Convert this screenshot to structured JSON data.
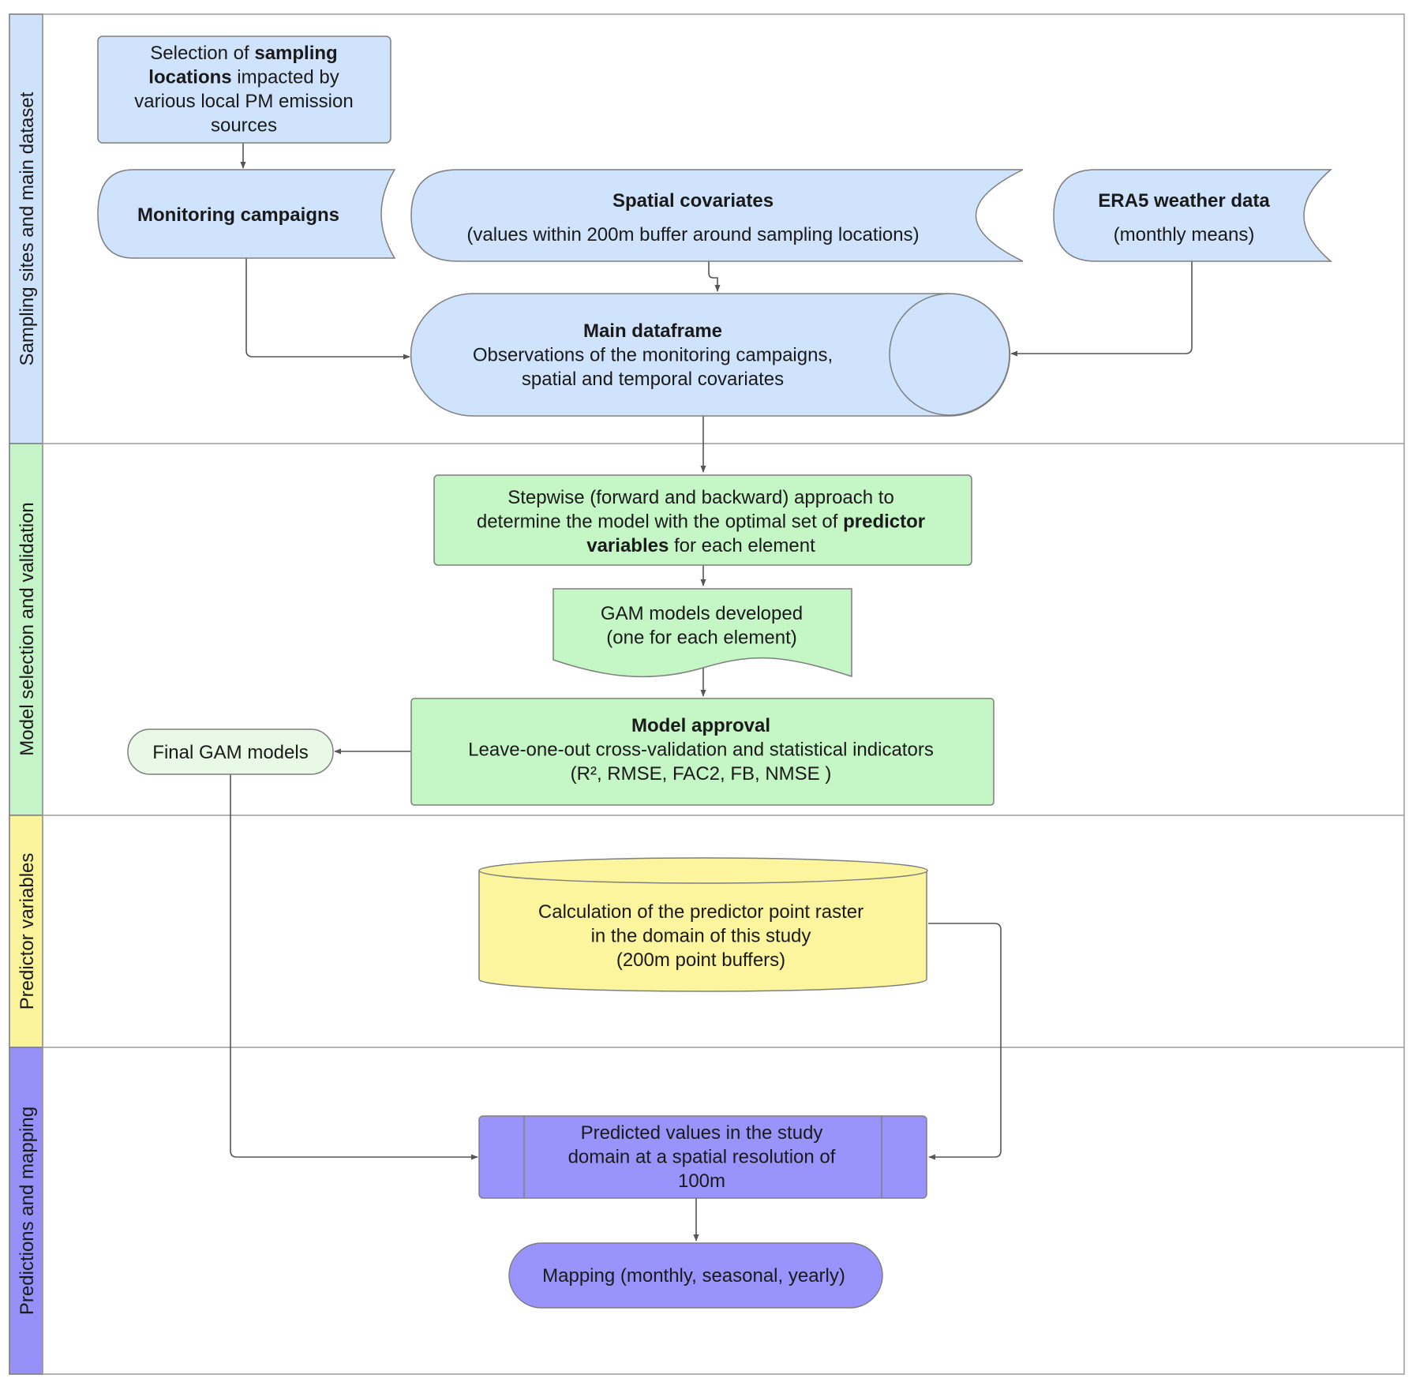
{
  "colors": {
    "lane_blue": "#cfe2fb",
    "lane_green": "#c4f4c8",
    "lane_yellow": "#fbf49c",
    "lane_purple": "#9690f9",
    "node_blue": "#cfe3fd",
    "node_green": "#c4f6c6",
    "node_light_green": "#e8f9e6",
    "node_yellow": "#fcf59d",
    "node_purple": "#9894fb",
    "edge": "#555555"
  },
  "lanes": [
    {
      "label": "Sampling sites and main dataset"
    },
    {
      "label": "Model selection and validation"
    },
    {
      "label": "Predictor variables"
    },
    {
      "label": "Predictions and mapping"
    }
  ],
  "nodes": {
    "selection": {
      "lines": [
        [
          {
            "t": "Selection of "
          },
          {
            "t": "sampling",
            "bold": true
          }
        ],
        [
          {
            "t": "locations",
            "bold": true
          },
          {
            "t": " impacted by"
          }
        ],
        [
          {
            "t": "various local PM emission"
          }
        ],
        [
          {
            "t": "sources"
          }
        ]
      ]
    },
    "monitoring": {
      "lines": [
        [
          {
            "t": "Monitoring campaigns",
            "bold": true
          }
        ]
      ]
    },
    "spatial": {
      "lines": [
        [
          {
            "t": "Spatial covariates",
            "bold": true
          }
        ],
        [
          {
            "t": "(values within 200m buffer around sampling locations)"
          }
        ]
      ]
    },
    "era5": {
      "lines": [
        [
          {
            "t": "ERA5 weather data",
            "bold": true
          }
        ],
        [
          {
            "t": "(monthly means)"
          }
        ]
      ]
    },
    "main_df": {
      "lines": [
        [
          {
            "t": "Main dataframe",
            "bold": true
          }
        ],
        [
          {
            "t": "Observations of the monitoring campaigns,"
          }
        ],
        [
          {
            "t": "spatial and temporal covariates"
          }
        ]
      ]
    },
    "stepwise": {
      "lines": [
        [
          {
            "t": "Stepwise (forward and backward) approach to"
          }
        ],
        [
          {
            "t": "determine the model with the optimal set of "
          },
          {
            "t": "predictor",
            "bold": true
          }
        ],
        [
          {
            "t": "variables",
            "bold": true
          },
          {
            "t": " for each element"
          }
        ]
      ]
    },
    "gam_dev": {
      "lines": [
        [
          {
            "t": "GAM models developed"
          }
        ],
        [
          {
            "t": "(one for each element)"
          }
        ]
      ]
    },
    "approval": {
      "lines": [
        [
          {
            "t": "Model approval",
            "bold": true
          }
        ],
        [
          {
            "t": "Leave-one-out cross-validation and statistical indicators"
          }
        ],
        [
          {
            "t": "(R², RMSE, FAC2, FB, NMSE )"
          }
        ]
      ]
    },
    "final_gam": {
      "lines": [
        [
          {
            "t": "Final GAM models"
          }
        ]
      ]
    },
    "raster": {
      "lines": [
        [
          {
            "t": "Calculation of the predictor point raster"
          }
        ],
        [
          {
            "t": "in the domain of this study"
          }
        ],
        [
          {
            "t": "(200m point buffers)"
          }
        ]
      ]
    },
    "predicted": {
      "lines": [
        [
          {
            "t": "Predicted values in the study"
          }
        ],
        [
          {
            "t": "domain at a spatial resolution of"
          }
        ],
        [
          {
            "t": "100m"
          }
        ]
      ]
    },
    "mapping": {
      "lines": [
        [
          {
            "t": "Mapping (monthly, seasonal, yearly)"
          }
        ]
      ]
    }
  }
}
